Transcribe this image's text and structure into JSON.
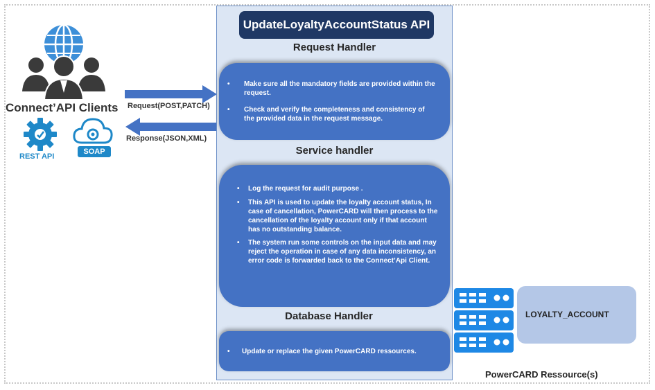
{
  "api": {
    "title": "UpdateLoyaltyAccountStatus API"
  },
  "clients": {
    "title": "Connect’API Clients",
    "rest_label": "REST API",
    "soap_label": "SOAP"
  },
  "arrows": {
    "request_label": "Request(POST,PATCH)",
    "response_label": "Response(JSON,XML)"
  },
  "request_handler": {
    "title": "Request Handler",
    "items": [
      "Make sure all the mandatory fields are provided within the request.",
      "Check and verify the completeness and consistency of the provided data in the request message."
    ]
  },
  "service_handler": {
    "title": "Service handler",
    "items": [
      "Log the request for audit purpose .",
      "This API is used to update the loyalty account status, In case of cancellation, PowerCARD will then process to the cancellation of the loyalty account only if that account has no outstanding balance.",
      "The system run some controls on the input data and may reject the operation in case of any data inconsistency, an error code is forwarded back to the Connect’Api Client."
    ]
  },
  "database_handler": {
    "title": "Database Handler",
    "items": [
      "Update or replace the given PowerCARD ressources."
    ]
  },
  "resources": {
    "entity": "LOYALTY_ACCOUNT",
    "label": "PowerCARD Ressource(s)"
  },
  "bullet_char": "•",
  "colors": {
    "panel_bg": "#dce6f4",
    "handler_blue": "#4472c4",
    "title_navy": "#1f3864",
    "entity_bg": "#b4c7e7",
    "server_blue": "#1e88e5",
    "arrow_blue": "#4472c4",
    "people_dark": "#3a3a3a",
    "globe_blue": "#3d8fd8"
  },
  "icons": [
    "globe-icon",
    "people-group-icon",
    "gear-icon",
    "cloud-gear-icon",
    "server-stack-icon",
    "right-arrow-icon",
    "left-arrow-icon"
  ]
}
